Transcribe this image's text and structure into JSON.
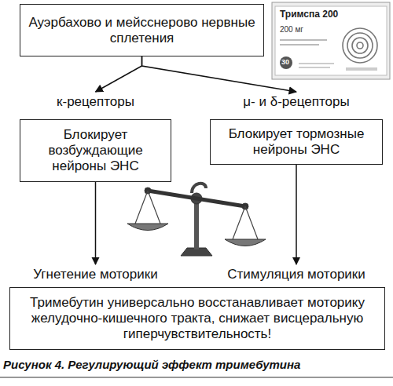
{
  "diagram": {
    "caption": "Рисунок 4. Регулирующий эффект тримебутина",
    "nodes": [
      {
        "text": [
          "Ауэрбахово и мейсснерово нервные сплетения"
        ]
      },
      {
        "text": [
          "к-рецепторы"
        ]
      },
      {
        "text": [
          "μ- и δ-рецепторы"
        ]
      },
      {
        "text": [
          "Блокирует возбуждающие нейроны ЭНС"
        ]
      },
      {
        "text": [
          "Блокирует тормозные нейроны ЭНС"
        ]
      },
      {
        "text": [
          "Угнетение моторики"
        ]
      },
      {
        "text": [
          "Стимуляция моторики"
        ]
      },
      {
        "text": [
          "Тримебутин универсально восстанавливает моторику желудочно-кишечного тракта, снижает висцеральную гиперчувствительность!"
        ]
      }
    ],
    "edges": [
      {
        "from": 0,
        "to": 1,
        "arrow": "to"
      },
      {
        "from": 0,
        "to": 2,
        "arrow": "to"
      },
      {
        "from": 3,
        "to": 5,
        "arrow": "to"
      },
      {
        "from": 4,
        "to": 6,
        "arrow": "to"
      }
    ],
    "labels": [
      "Тримспа 200",
      "200 мг",
      "30"
    ]
  }
}
